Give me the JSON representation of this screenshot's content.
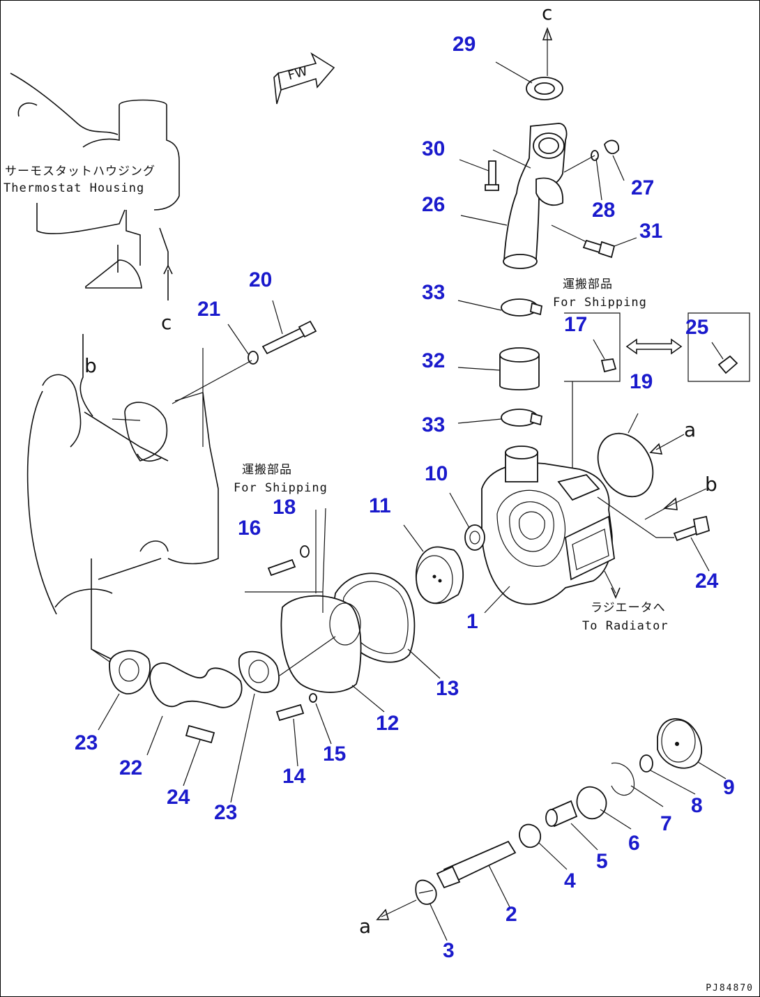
{
  "callouts": [
    {
      "num": "1"
    },
    {
      "num": "2"
    },
    {
      "num": "3"
    },
    {
      "num": "4"
    },
    {
      "num": "5"
    },
    {
      "num": "6"
    },
    {
      "num": "7"
    },
    {
      "num": "8"
    },
    {
      "num": "9"
    },
    {
      "num": "10"
    },
    {
      "num": "11"
    },
    {
      "num": "12"
    },
    {
      "num": "13"
    },
    {
      "num": "14"
    },
    {
      "num": "15"
    },
    {
      "num": "16"
    },
    {
      "num": "17"
    },
    {
      "num": "18"
    },
    {
      "num": "19"
    },
    {
      "num": "20"
    },
    {
      "num": "21"
    },
    {
      "num": "22"
    },
    {
      "num": "23"
    },
    {
      "num": "23"
    },
    {
      "num": "24"
    },
    {
      "num": "24"
    },
    {
      "num": "25"
    },
    {
      "num": "26"
    },
    {
      "num": "27"
    },
    {
      "num": "28"
    },
    {
      "num": "29"
    },
    {
      "num": "30"
    },
    {
      "num": "31"
    },
    {
      "num": "32"
    },
    {
      "num": "33"
    },
    {
      "num": "33"
    }
  ],
  "notes": {
    "thermostat_jp": "サーモスタットハウジング",
    "thermostat_en": "Thermostat Housing",
    "shipping_jp_1": "運搬部品",
    "shipping_en_1": "For Shipping",
    "shipping_jp_2": "運搬部品",
    "shipping_en_2": "For Shipping",
    "radiator_jp": "ラジエータへ",
    "radiator_en": "To Radiator"
  },
  "markers": {
    "c_top": "c",
    "c_left": "c",
    "b_left": "b",
    "b_right": "b",
    "a_right": "a",
    "a_bottom": "a",
    "front_arrow": "FW"
  },
  "drawing_id": "PJ84870"
}
